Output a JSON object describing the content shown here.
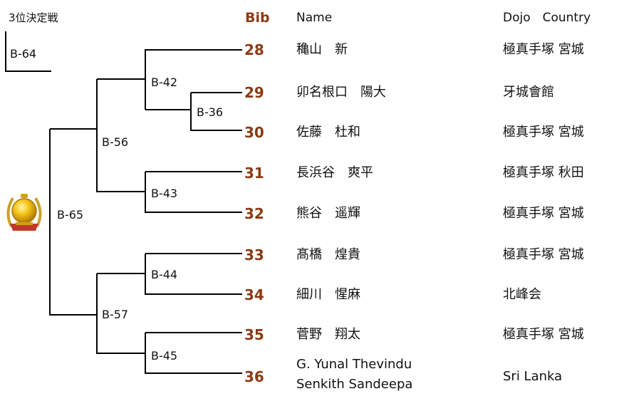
{
  "header": {
    "third_place": "3位決定戦",
    "bib": "Bib",
    "name": "Name",
    "club": "Dojo　Country"
  },
  "colors": {
    "bib": "#8B3A14",
    "line": "#000000"
  },
  "matches": {
    "b64": "B-64",
    "b42": "B-42",
    "b36": "B-36",
    "b56": "B-56",
    "b43": "B-43",
    "b65": "B-65",
    "b44": "B-44",
    "b57": "B-57",
    "b45": "B-45"
  },
  "entries": [
    {
      "bib": "28",
      "name": "穐山　新",
      "club": "極真手塚 宮城"
    },
    {
      "bib": "29",
      "name": "卯名根口　陽大",
      "club": "牙城會館"
    },
    {
      "bib": "30",
      "name": "佐藤　杜和",
      "club": "極真手塚 宮城"
    },
    {
      "bib": "31",
      "name": "長浜谷　爽平",
      "club": "極真手塚 秋田"
    },
    {
      "bib": "32",
      "name": "熊谷　遥輝",
      "club": "極真手塚 宮城"
    },
    {
      "bib": "33",
      "name": "髙橋　煌貴",
      "club": "極真手塚 宮城"
    },
    {
      "bib": "34",
      "name": "細川　惺麻",
      "club": "北峰会"
    },
    {
      "bib": "35",
      "name": "菅野　翔太",
      "club": "極真手塚 宮城"
    },
    {
      "bib": "36",
      "name_line1": "G. Yunal Thevindu",
      "name_line2": "Senkith Sandeepa",
      "club": "Sri Lanka"
    }
  ],
  "trophy_icon": "gold-trophy-medal-icon"
}
